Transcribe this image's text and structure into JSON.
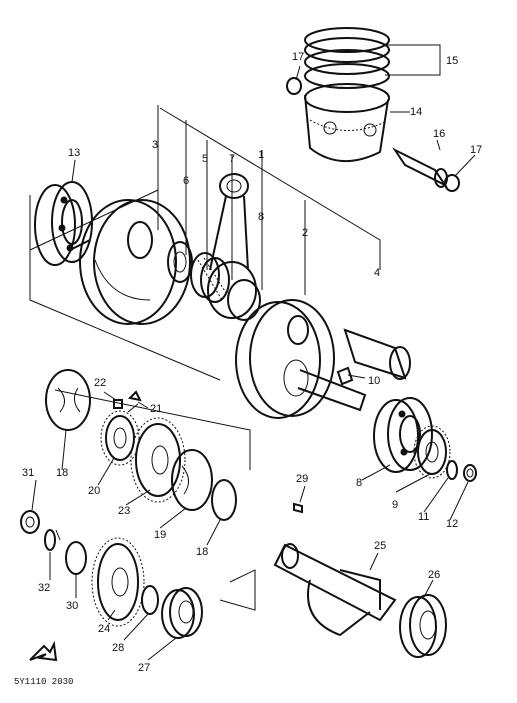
{
  "diagram": {
    "code": "5Y1110 2030",
    "callouts": [
      "1",
      "2",
      "3",
      "4",
      "5",
      "6",
      "7",
      "8",
      "9",
      "10",
      "11",
      "12",
      "13",
      "14",
      "15",
      "16",
      "17",
      "18",
      "19",
      "20",
      "21",
      "22",
      "23",
      "24",
      "25",
      "26",
      "27",
      "28",
      "29",
      "30",
      "31",
      "32"
    ]
  }
}
